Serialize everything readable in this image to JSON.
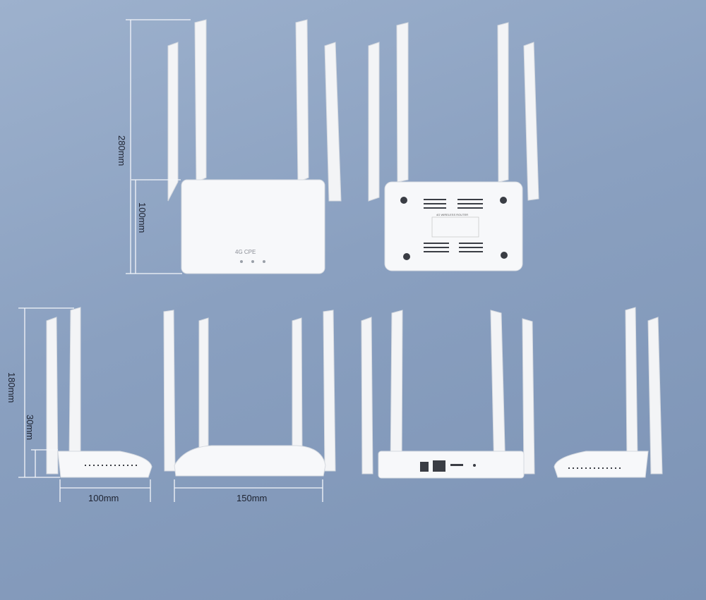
{
  "product": {
    "logo_text": "4G CPE",
    "label_text": "4G WIRELESS ROUTER"
  },
  "dimensions": {
    "total_height": "280mm",
    "body_height": "100mm",
    "side_height": "180mm",
    "thickness": "30mm",
    "depth": "100mm",
    "width": "150mm"
  },
  "colors": {
    "background": "#8aa0c0",
    "router": "#f7f8fa",
    "dimension_lines": "#f4f6fa"
  }
}
